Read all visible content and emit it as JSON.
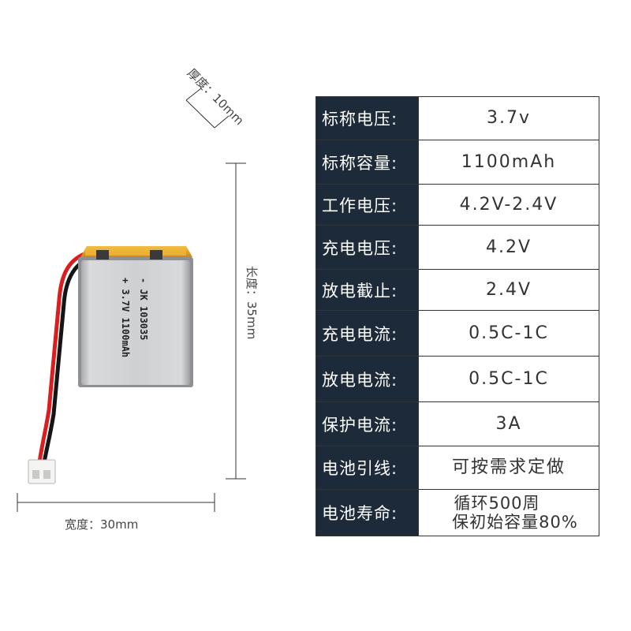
{
  "dimensions": {
    "thickness": "厚度：10mm",
    "length": "长度：35mm",
    "width": "宽度：30mm"
  },
  "battery": {
    "label_lines": [
      "- JK 103035",
      "+ 3.7V 1100mAh"
    ],
    "body_color": "#cfd0d2",
    "top_tape_color": "#e3a520",
    "wire_red": "#d81e1e",
    "wire_black": "#151515"
  },
  "specs": [
    {
      "key": "标称电压:",
      "value": "3.7v"
    },
    {
      "key": "标称容量:",
      "value": "1100mAh"
    },
    {
      "key": "工作电压:",
      "value": "4.2V-2.4V"
    },
    {
      "key": "充电电压:",
      "value": "4.2V"
    },
    {
      "key": "放电截止:",
      "value": "2.4V"
    },
    {
      "key": "充电电流:",
      "value": "0.5C-1C"
    },
    {
      "key": "放电电流:",
      "value": "0.5C-1C"
    },
    {
      "key": "保护电流:",
      "value": "3A"
    },
    {
      "key": "电池引线:",
      "value": "可按需求定做"
    },
    {
      "key": "电池寿命:",
      "value_lines": [
        "循环500周",
        "保初始容量80%"
      ]
    }
  ],
  "colors": {
    "key_background": "#1d2a39",
    "key_text": "#ffffff",
    "border": "#333333"
  }
}
